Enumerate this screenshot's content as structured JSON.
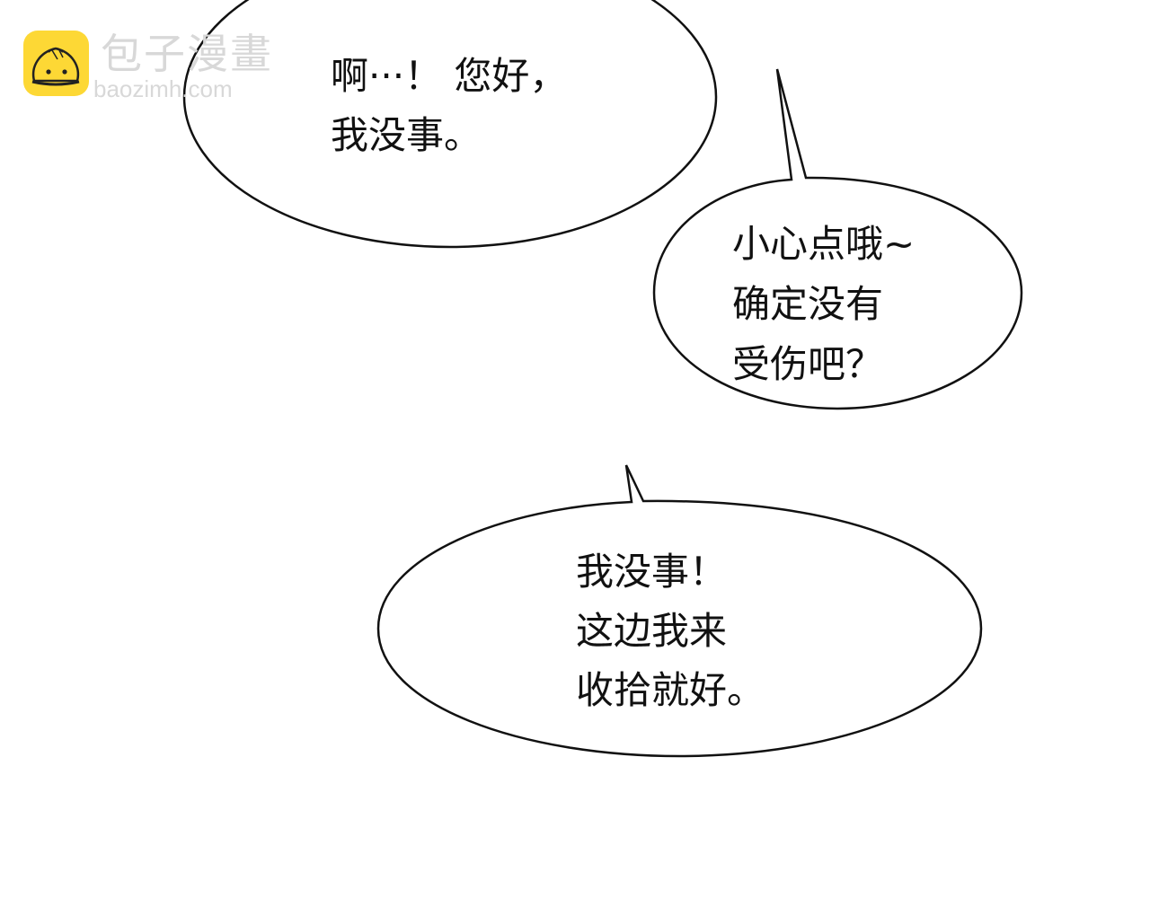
{
  "watermark": {
    "brand_cn": "包子漫畫",
    "brand_en": "baozimh.com",
    "icon": "steamed-bun-icon",
    "icon_color": "#fdd835"
  },
  "speech_bubbles": [
    {
      "id": 1,
      "lines": [
        "啊···！ 您好，",
        "我没事。"
      ],
      "text": "啊···！ 您好，\n我没事。"
    },
    {
      "id": 2,
      "lines": [
        "小心点哦~",
        "确定没有",
        "受伤吧？"
      ],
      "text": "小心点哦~\n确定没有\n受伤吧？"
    },
    {
      "id": 3,
      "lines": [
        "我没事！",
        "这边我来",
        "收拾就好。"
      ],
      "text": "我没事！\n这边我来\n收拾就好。"
    }
  ],
  "colors": {
    "background": "#ffffff",
    "outline": "#111111",
    "text": "#111111",
    "watermark": "#d8d8d8"
  }
}
